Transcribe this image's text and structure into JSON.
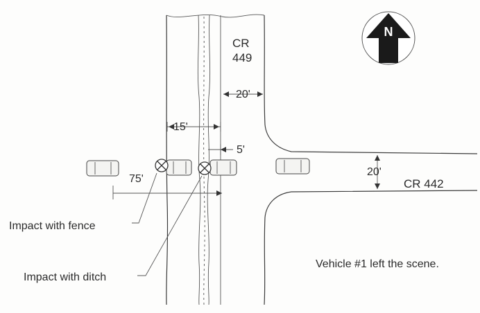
{
  "roads": {
    "north_south": {
      "name_line1": "CR",
      "name_line2": "449",
      "width": "20'"
    },
    "east_west": {
      "name": "CR 442",
      "width": "20'"
    }
  },
  "measurements": {
    "fence_to_ditch": "15'",
    "ditch_to_road": "5'",
    "travel_distance": "75'"
  },
  "labels": {
    "impact_fence": "Impact with fence",
    "impact_ditch": "Impact with ditch",
    "note": "Vehicle #1 left the scene."
  },
  "north_arrow": {
    "letter": "N"
  }
}
